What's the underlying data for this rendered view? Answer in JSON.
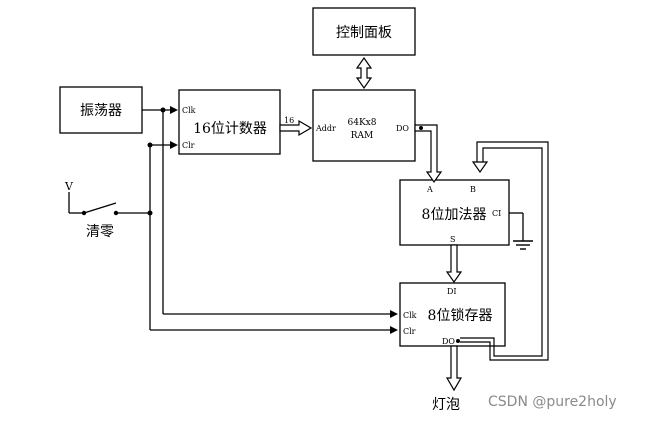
{
  "blocks": {
    "control_panel": {
      "label": "控制面板"
    },
    "oscillator": {
      "label": "振荡器"
    },
    "counter": {
      "label": "16位计数器",
      "pin_clk": "Clk",
      "pin_clr": "Clr"
    },
    "ram": {
      "label_line1": "64Kx8",
      "label_line2": "RAM",
      "pin_addr": "Addr",
      "pin_do": "DO"
    },
    "adder": {
      "label": "8位加法器",
      "pin_a": "A",
      "pin_b": "B",
      "pin_ci": "CI",
      "pin_s": "S"
    },
    "latch": {
      "label": "8位锁存器",
      "pin_di": "DI",
      "pin_clk": "Clk",
      "pin_clr": "Clr",
      "pin_do": "DO"
    }
  },
  "bus_width_label": "16",
  "switch": {
    "voltage_label": "V",
    "label": "清零"
  },
  "output": {
    "label": "灯泡"
  },
  "watermark": "CSDN @pure2holy"
}
